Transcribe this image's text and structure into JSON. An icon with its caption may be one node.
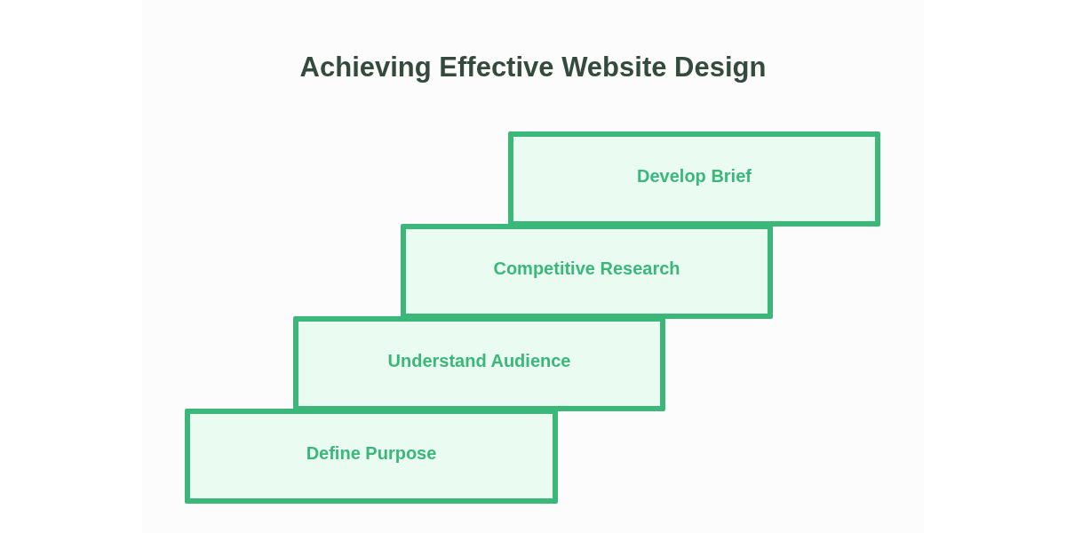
{
  "diagram": {
    "title": "Achieving Effective Website Design",
    "nodes": [
      {
        "text": [
          "Develop Brief"
        ]
      },
      {
        "text": [
          "Competitive Research"
        ]
      },
      {
        "text": [
          "Understand Audience"
        ]
      },
      {
        "text": [
          "Define Purpose"
        ]
      }
    ],
    "edges": []
  }
}
